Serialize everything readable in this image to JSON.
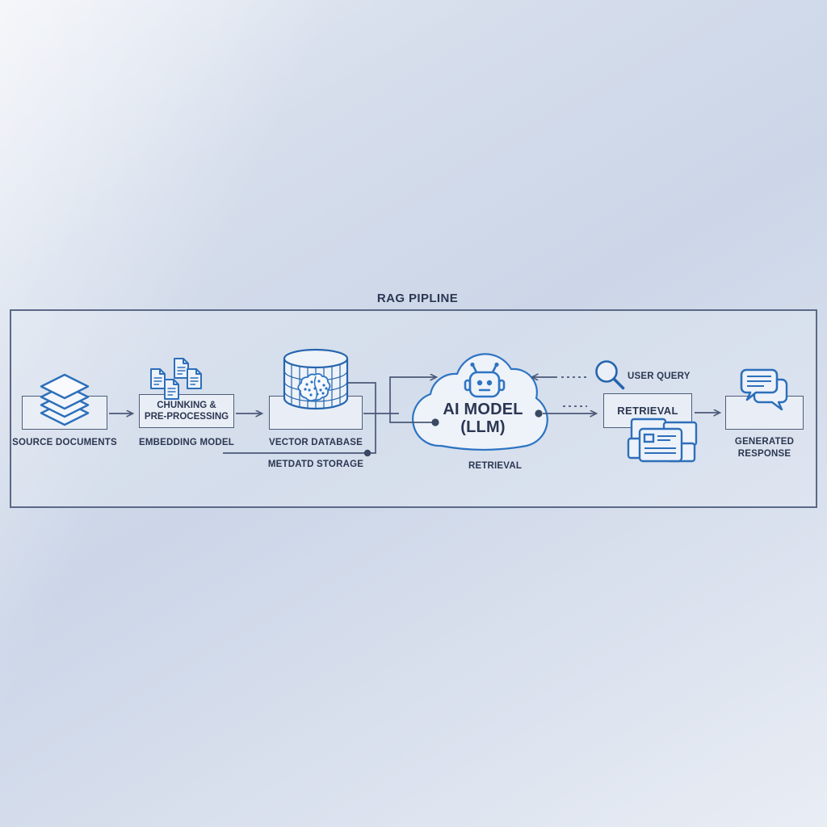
{
  "title": "RAG PIPLINE",
  "colors": {
    "frame-border": "#5a6986",
    "box-border": "#4d5c7a",
    "box-fill": "#e9eef6",
    "icon-blue": "#2d6fba",
    "icon-fill": "#eef3fa",
    "text-dark": "#2b3752",
    "line": "#4a5878",
    "dot": "#3a4961"
  },
  "nodes": {
    "source": {
      "label": "SOURCE DOCUMENTS",
      "icon": "document-stack-icon"
    },
    "chunking": {
      "box_line1": "CHUNKING &",
      "box_line2": "PRE-PROCESSING",
      "label": "EMBEDDING MODEL",
      "icon": "files-icon"
    },
    "vector": {
      "label": "VECTOR DATABASE",
      "icon": "database-grid-brain-icon"
    },
    "metadata": {
      "label": "METDATD STORAGE"
    },
    "ai": {
      "line1": "AI MODEL",
      "line2": "(LLM)",
      "label": "RETRIEVAL",
      "icon": "robot-icon"
    },
    "retrieval": {
      "label": "RETRIEVAL",
      "icon": "result-cards-icon"
    },
    "user_query": {
      "label": "USER QUERY",
      "icon": "magnifier-icon"
    },
    "response": {
      "line1": "GENERATED",
      "line2": "RESPONSE",
      "icon": "chat-bubbles-icon"
    }
  }
}
